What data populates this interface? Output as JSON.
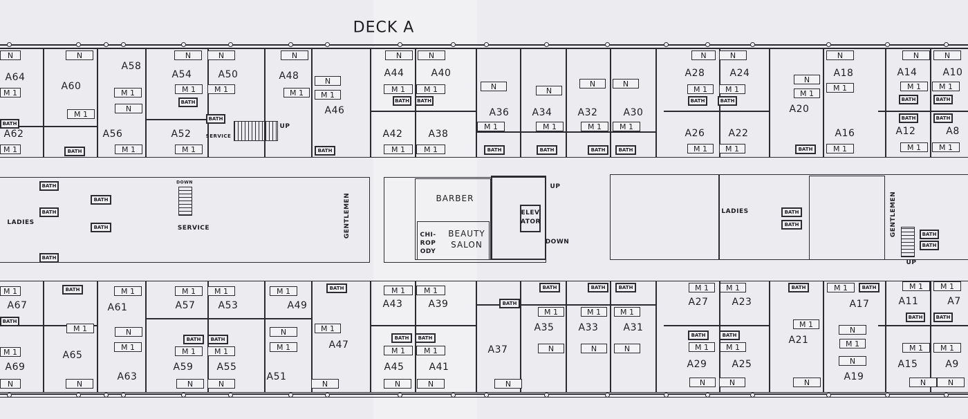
{
  "title": "DECK A",
  "symbols": {
    "upper_berth": "N",
    "lower_berth": "M 1",
    "bath": "BATH"
  },
  "top_cabins": [
    "A64",
    "A60",
    "A58",
    "A54",
    "A50",
    "A48",
    "A46",
    "A44",
    "A40",
    "A36",
    "A34",
    "A32",
    "A30",
    "A28",
    "A24",
    "A20",
    "A18",
    "A14",
    "A10",
    "A62",
    "A56",
    "A52",
    "A42",
    "A38",
    "A26",
    "A22",
    "A16",
    "A12",
    "A8"
  ],
  "bottom_cabins": [
    "A67",
    "A61",
    "A57",
    "A53",
    "A49",
    "A43",
    "A39",
    "A27",
    "A23",
    "A17",
    "A11",
    "A7",
    "A35",
    "A33",
    "A31",
    "A21",
    "A69",
    "A65",
    "A63",
    "A59",
    "A55",
    "A51",
    "A47",
    "A45",
    "A41",
    "A37",
    "A29",
    "A25",
    "A19",
    "A15",
    "A9"
  ],
  "facilities": {
    "ladies_left": "LADIES",
    "service_top": "SERVICE",
    "service_mid": "SERVICE",
    "down_small": "DOWN",
    "gentlemen_left": "GENTLEMEN",
    "barber": "BARBER",
    "beauty_salon": "BEAUTY SALON",
    "chiropody": "CHI- ROP ODY",
    "elevator": "ELEV ATOR",
    "up_center": "UP",
    "down_center": "DOWN",
    "ladies_right": "LADIES",
    "gentlemen_right": "GENTLEMEN",
    "up_right": "UP",
    "up_stairs": "UP"
  }
}
